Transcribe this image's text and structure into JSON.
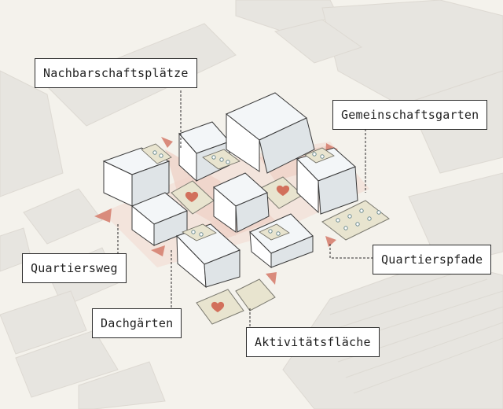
{
  "labels": {
    "nachbarschaftsplaetze": "Nachbarschaftsplätze",
    "gemeinschaftsgarten": "Gemeinschaftsgarten",
    "quartiersweg": "Quartiersweg",
    "quartierspfade": "Quartierspfade",
    "dachgaerten": "Dachgärten",
    "aktivitaetsflaeche": "Aktivitätsfläche"
  },
  "colors": {
    "background": "#f4f2ec",
    "context_buildings": "#e6e4df",
    "building_top": "#f5f7f8",
    "building_side_light": "#ffffff",
    "building_side_dark": "#dfe4e7",
    "plaza_fill": "#e8e4cf",
    "path_accent": "#d98b7c",
    "heart": "#d2705c",
    "leader_line": "#2b2b2b"
  },
  "icons": {
    "heart": "heart-icon",
    "tree": "tree-icon"
  }
}
